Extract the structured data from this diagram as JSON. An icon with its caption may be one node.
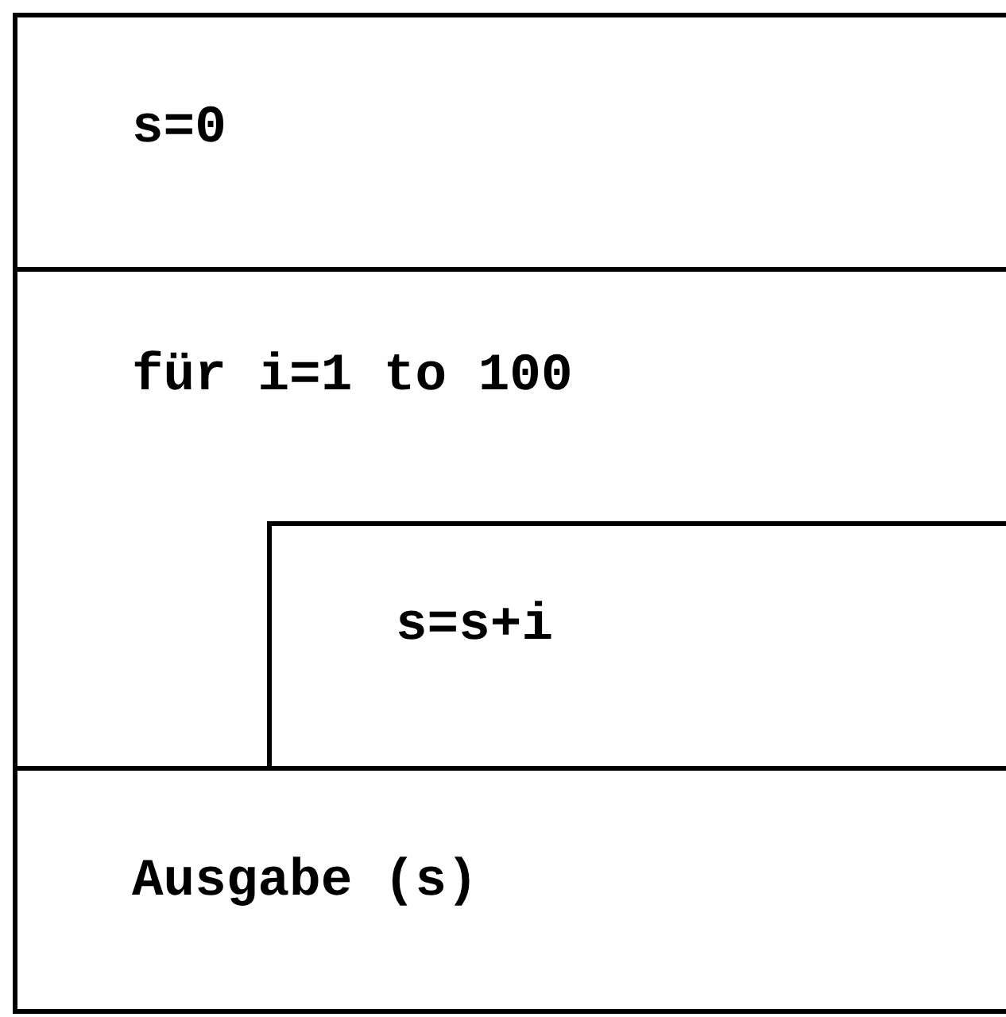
{
  "diagram": {
    "nodes": [
      {
        "text": [
          "s=0"
        ]
      },
      {
        "text": [
          "für i=1 to 100"
        ]
      },
      {
        "text": [
          "s=s+i"
        ],
        "in": 1
      },
      {
        "text": [
          "Ausgabe (s)"
        ]
      }
    ]
  }
}
